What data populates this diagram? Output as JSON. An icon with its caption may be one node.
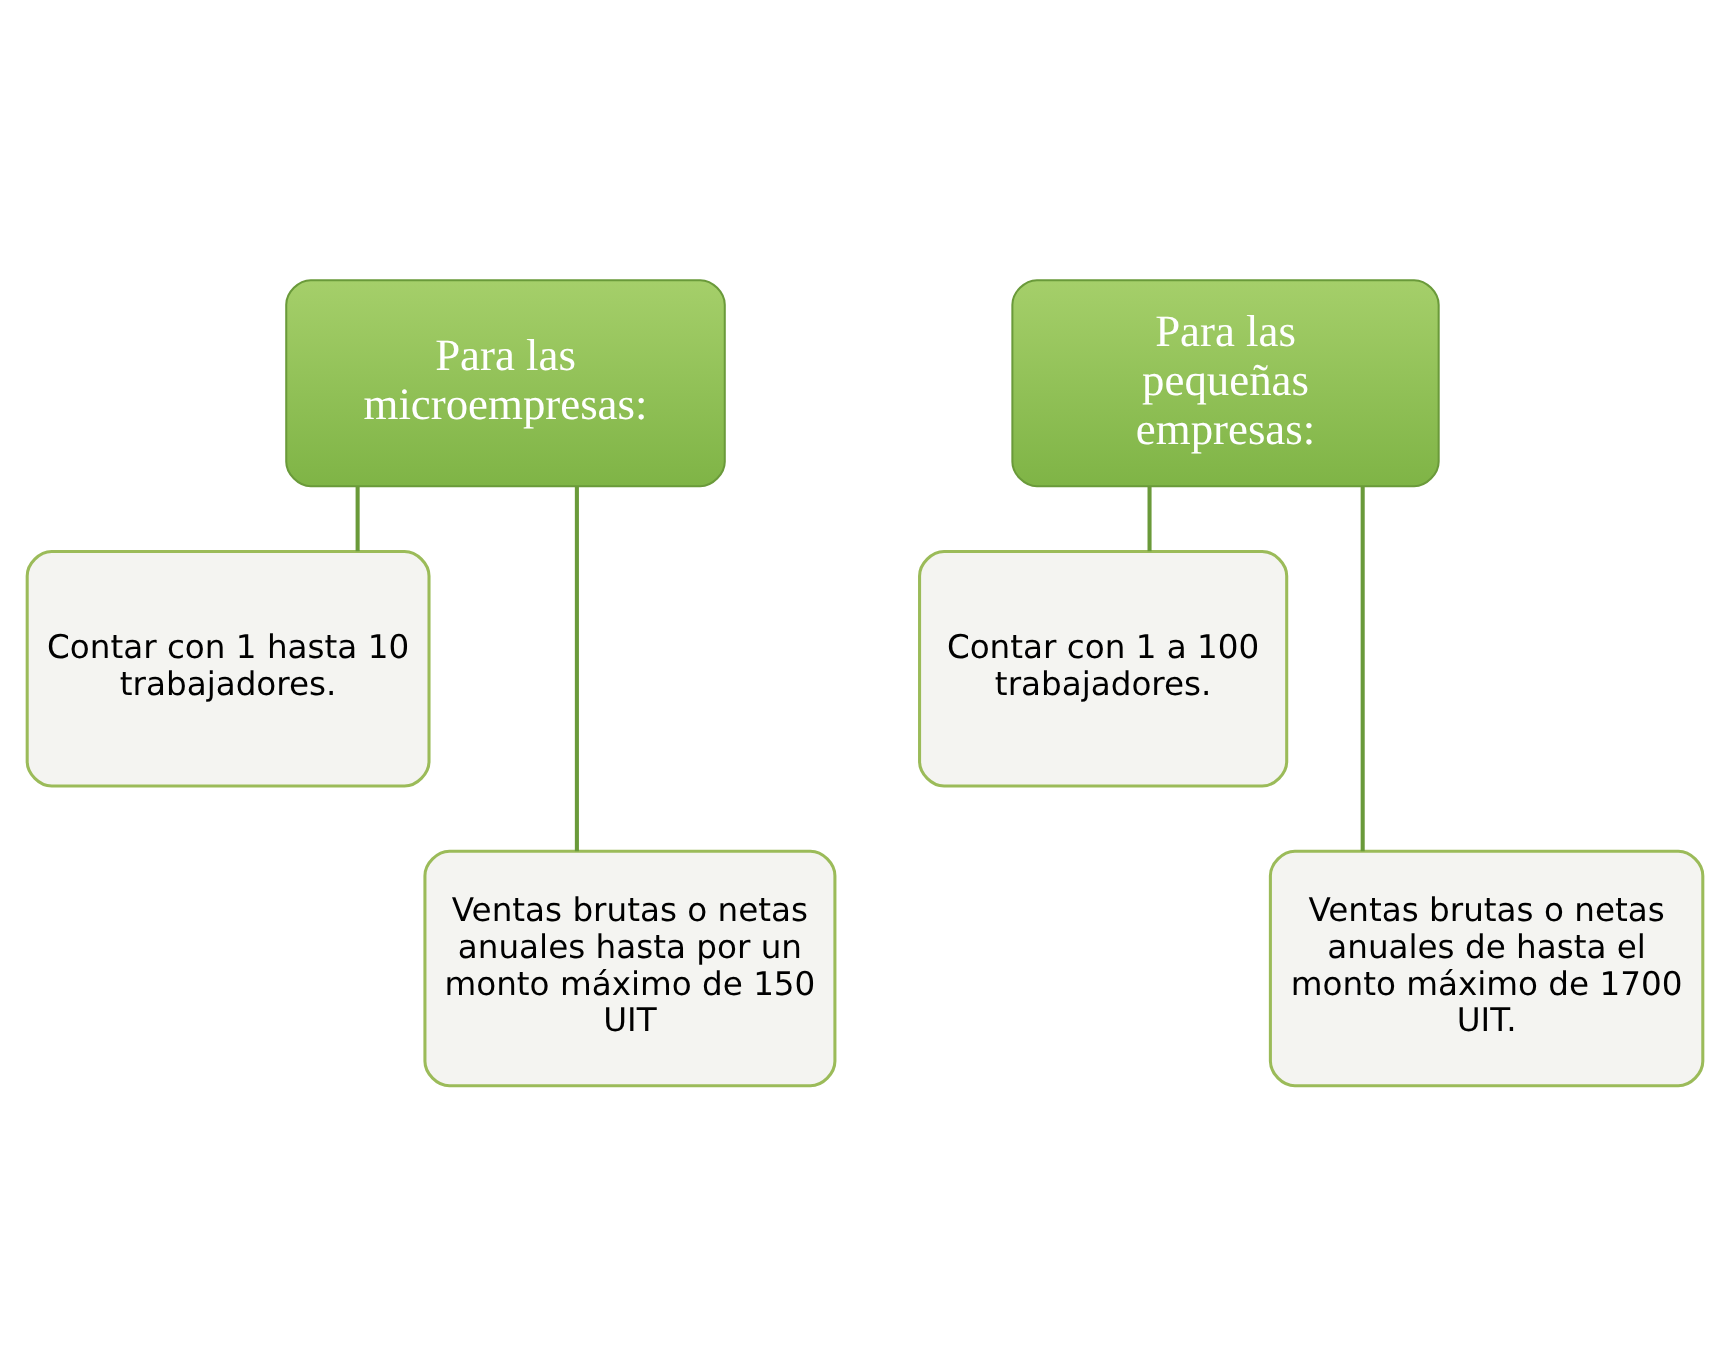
{
  "diagram": {
    "nodes": [
      {
        "text": [
          "Para las microempresas:"
        ]
      },
      {
        "text": [
          "Contar con 1 hasta 10 trabajadores."
        ]
      },
      {
        "text": [
          "Ventas brutas o netas anuales hasta por un monto máximo de 150 UIT"
        ]
      },
      {
        "text": [
          "Para las pequeñas empresas:"
        ]
      },
      {
        "text": [
          "Contar con 1 a 100 trabajadores."
        ]
      },
      {
        "text": [
          "Ventas brutas o netas anuales de hasta el monto máximo de 1700 UIT."
        ]
      }
    ],
    "edges": [
      {
        "from": 0,
        "to": 1,
        "arrow": "none"
      },
      {
        "from": 0,
        "to": 2,
        "arrow": "none"
      },
      {
        "from": 3,
        "to": 4,
        "arrow": "none"
      },
      {
        "from": 3,
        "to": 5,
        "arrow": "none"
      }
    ]
  }
}
